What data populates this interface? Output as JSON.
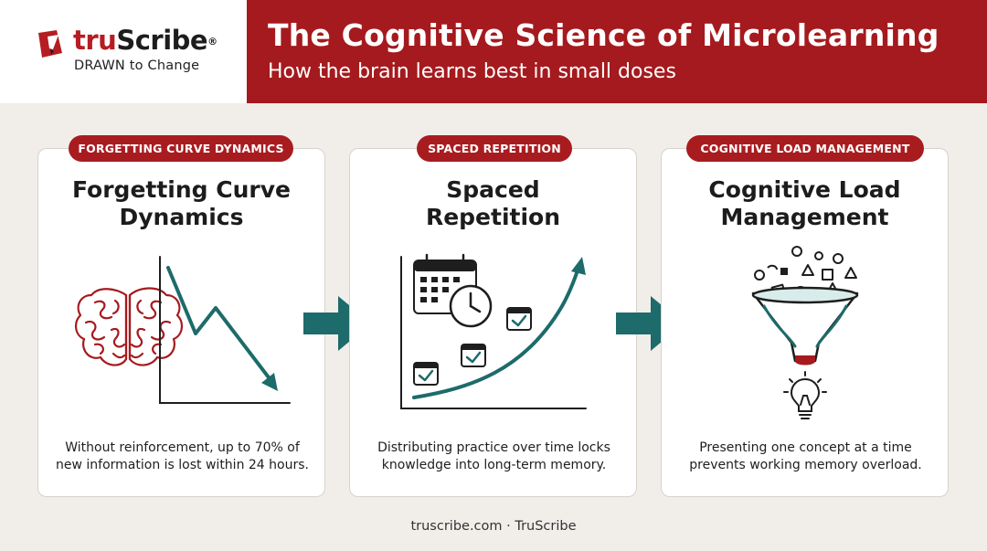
{
  "header": {
    "logo": {
      "brand_part1": "tru",
      "brand_part2": "Scribe",
      "registered": "®",
      "tagline": "DRAWN to Change"
    },
    "title": "The Cognitive Science of Microlearning",
    "subtitle": "How the brain learns best in small doses"
  },
  "cards": [
    {
      "badge": "FORGETTING CURVE DYNAMICS",
      "title_line1": "Forgetting Curve",
      "title_line2": "Dynamics",
      "desc_line1": "Without reinforcement, up to 70% of",
      "desc_line2": "new information is lost within 24 hours.",
      "icon": "brain-forgetting-curve-icon"
    },
    {
      "badge": "SPACED REPETITION",
      "title_line1": "Spaced",
      "title_line2": "Repetition",
      "desc_line1": "Distributing practice over time locks",
      "desc_line2": "knowledge into long-term memory.",
      "icon": "calendar-clock-growth-icon"
    },
    {
      "badge": "COGNITIVE LOAD MANAGEMENT",
      "title_line1": "Cognitive Load",
      "title_line2": "Management",
      "desc_line1": "Presenting one concept at a time",
      "desc_line2": "prevents working memory overload.",
      "icon": "funnel-lightbulb-icon"
    }
  ],
  "footer": {
    "text": "truscribe.com · TruScribe"
  },
  "colors": {
    "brand_red": "#a51a1e",
    "teal": "#1d6b6b",
    "background": "#f1eeea"
  }
}
